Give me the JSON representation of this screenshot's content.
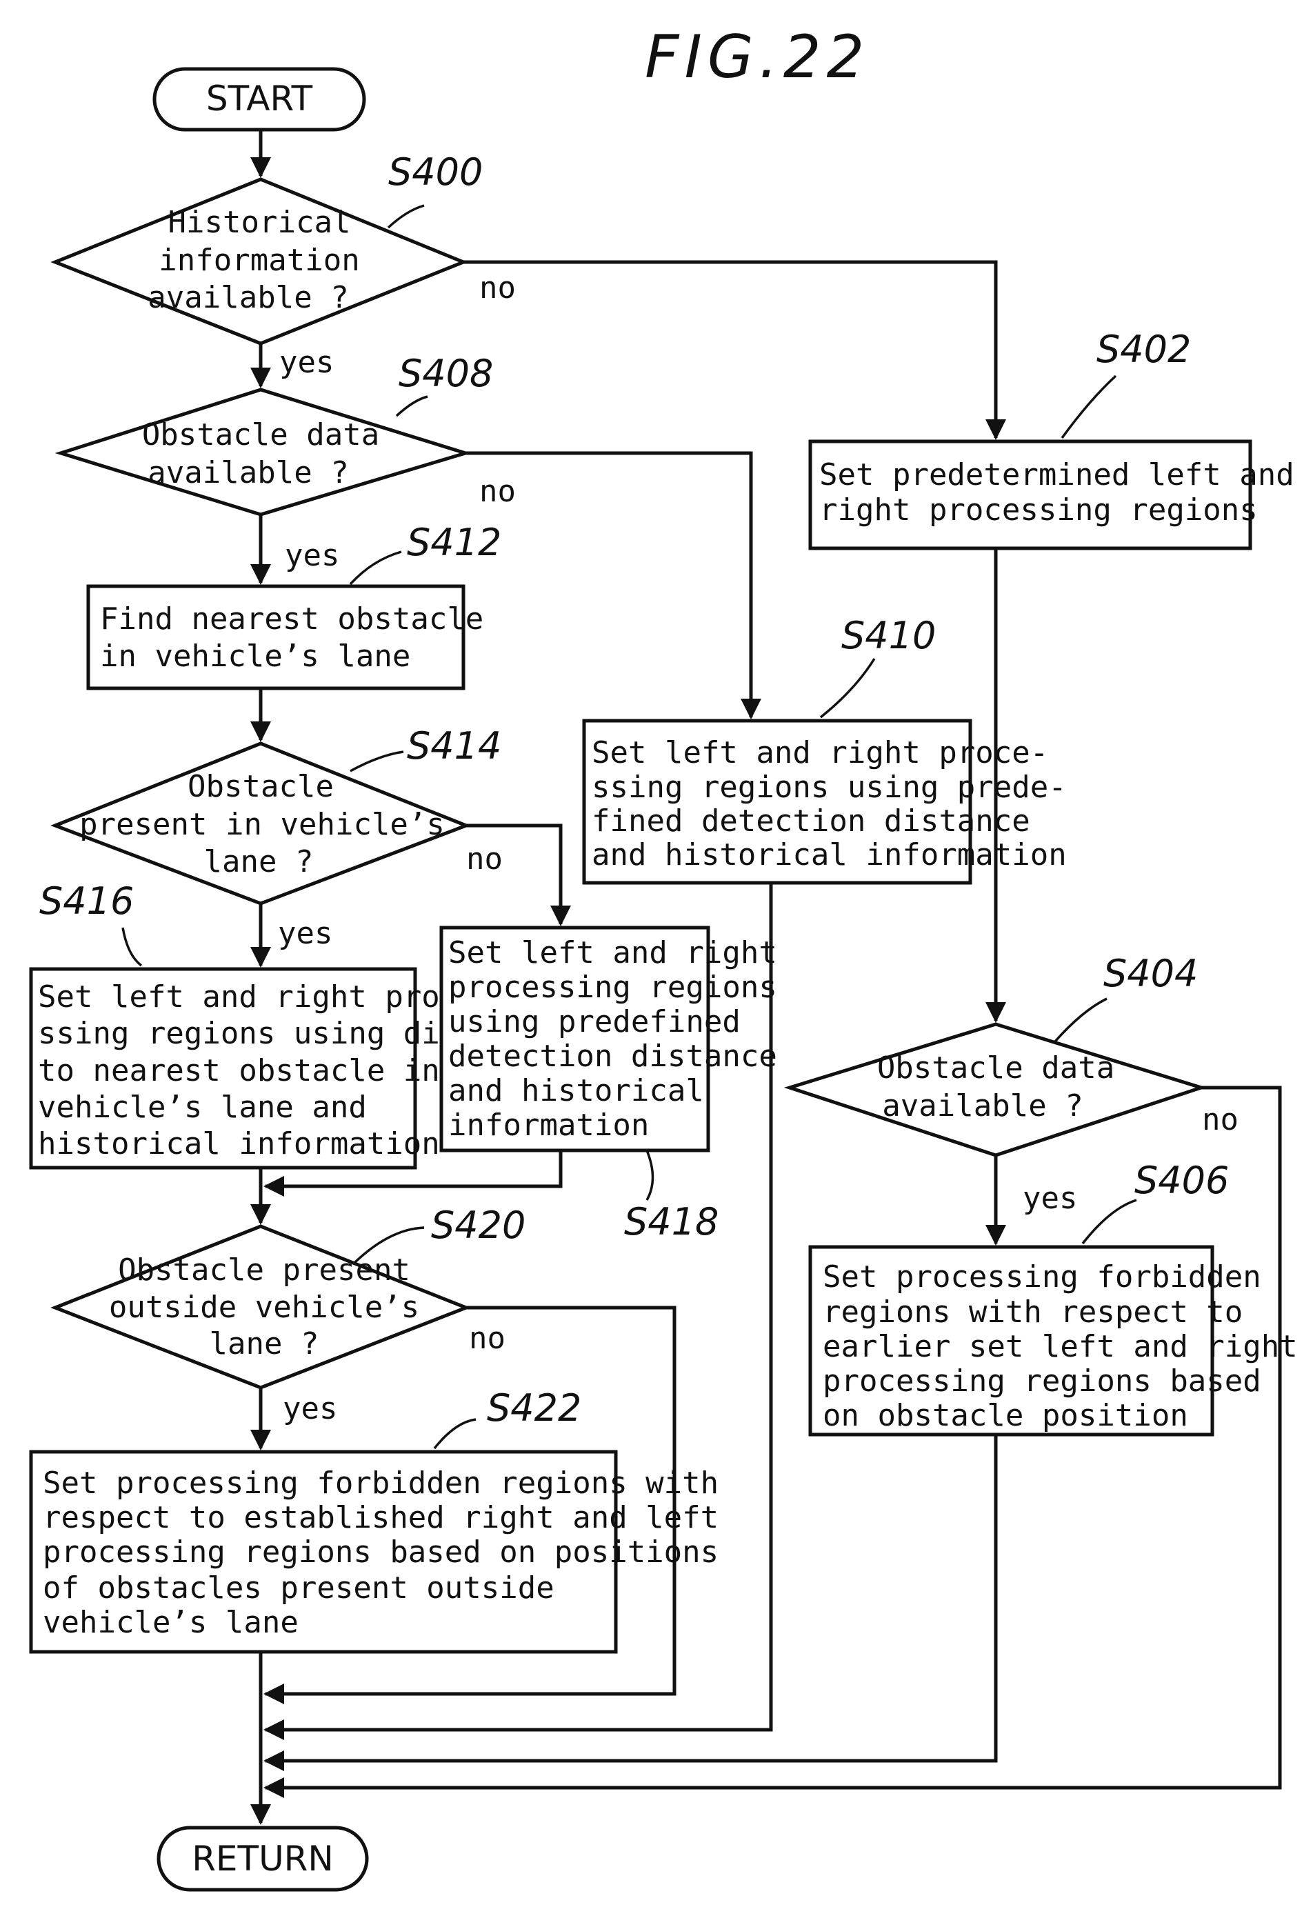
{
  "figure_title": "FIG.22",
  "start": "START",
  "return": "RETURN",
  "steps": {
    "s400": {
      "label": "S400",
      "lines": [
        "Historical",
        "information",
        "available ?"
      ]
    },
    "s402": {
      "label": "S402",
      "lines": [
        "Set predetermined left and",
        "right processing regions"
      ]
    },
    "s404": {
      "label": "S404",
      "lines": [
        "Obstacle data",
        "available ?"
      ]
    },
    "s406": {
      "label": "S406",
      "lines": [
        "Set processing forbidden",
        "regions with respect to",
        "earlier set left and right",
        "processing regions based",
        "on obstacle position"
      ]
    },
    "s408": {
      "label": "S408",
      "lines": [
        "Obstacle data",
        "available ?"
      ]
    },
    "s410": {
      "label": "S410",
      "lines": [
        "Set left and right proce-",
        "ssing regions using prede-",
        "fined detection distance",
        "and historical information"
      ]
    },
    "s412": {
      "label": "S412",
      "lines": [
        "Find nearest obstacle",
        "in vehicle’s lane"
      ]
    },
    "s414": {
      "label": "S414",
      "lines": [
        "Obstacle",
        "present in vehicle’s",
        "lane ?"
      ]
    },
    "s416": {
      "label": "S416",
      "lines": [
        "Set left and right proce-",
        "ssing regions using distance",
        "to nearest obstacle in",
        "vehicle’s lane and",
        "historical information"
      ]
    },
    "s418": {
      "label": "S418",
      "lines": [
        "Set left and right",
        "processing regions",
        "using predefined",
        "detection distance",
        "and historical",
        "information"
      ]
    },
    "s420": {
      "label": "S420",
      "lines": [
        "Obstacle present",
        "outside vehicle’s",
        "lane ?"
      ]
    },
    "s422": {
      "label": "S422",
      "lines": [
        "Set processing forbidden regions with",
        "respect to established right and left",
        "processing regions based on positions",
        "of obstacles present outside",
        "vehicle’s lane"
      ]
    }
  },
  "branch_labels": {
    "yes": "yes",
    "no": "no"
  }
}
